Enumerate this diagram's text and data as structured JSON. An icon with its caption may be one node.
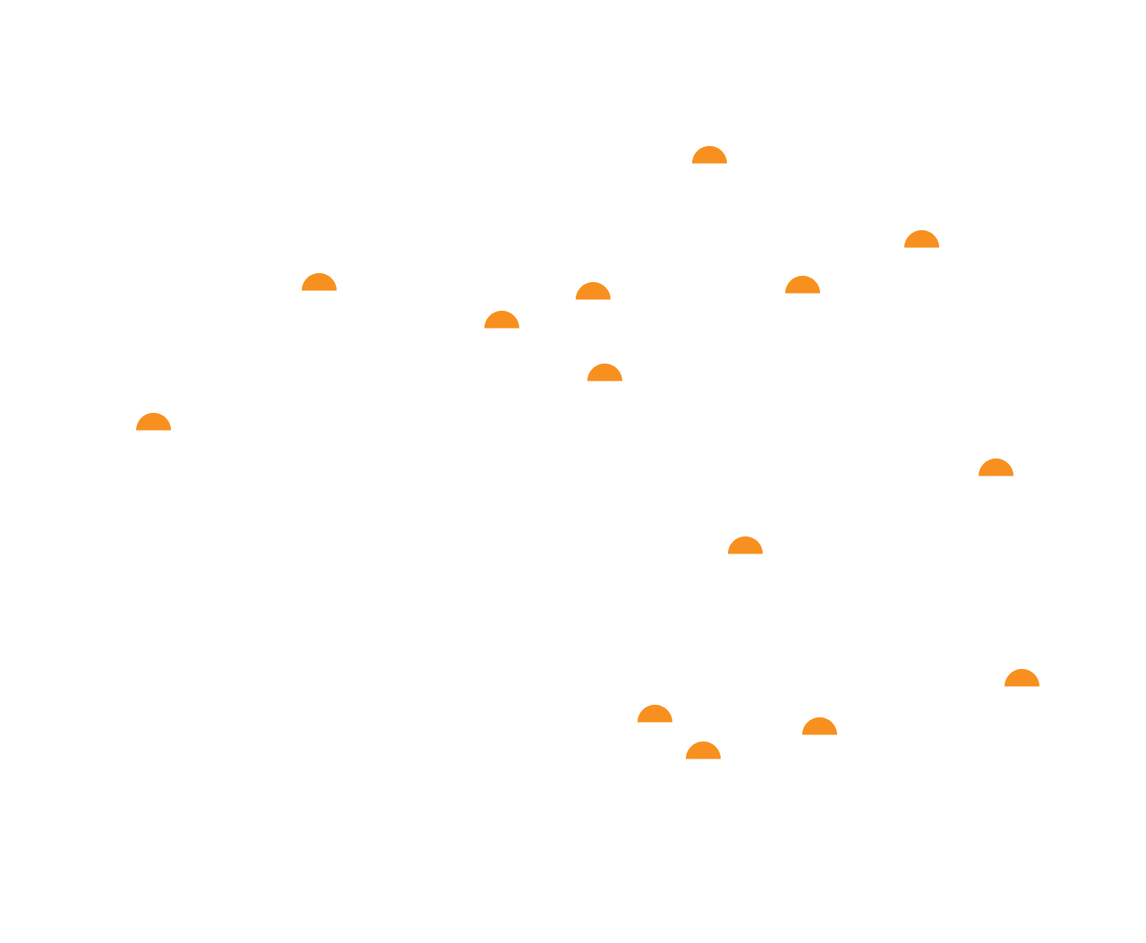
{
  "diagram": {
    "nodes": [
      {
        "text": [],
        "shape": "semicircle"
      },
      {
        "text": [],
        "shape": "semicircle"
      },
      {
        "text": [],
        "shape": "semicircle"
      },
      {
        "text": [],
        "shape": "semicircle"
      },
      {
        "text": [],
        "shape": "semicircle"
      },
      {
        "text": [],
        "shape": "semicircle"
      },
      {
        "text": [],
        "shape": "semicircle"
      },
      {
        "text": [],
        "shape": "semicircle"
      },
      {
        "text": [],
        "shape": "semicircle"
      },
      {
        "text": [],
        "shape": "semicircle"
      },
      {
        "text": [],
        "shape": "semicircle"
      },
      {
        "text": [],
        "shape": "semicircle"
      },
      {
        "text": [],
        "shape": "semicircle"
      },
      {
        "text": [],
        "shape": "semicircle"
      }
    ]
  }
}
